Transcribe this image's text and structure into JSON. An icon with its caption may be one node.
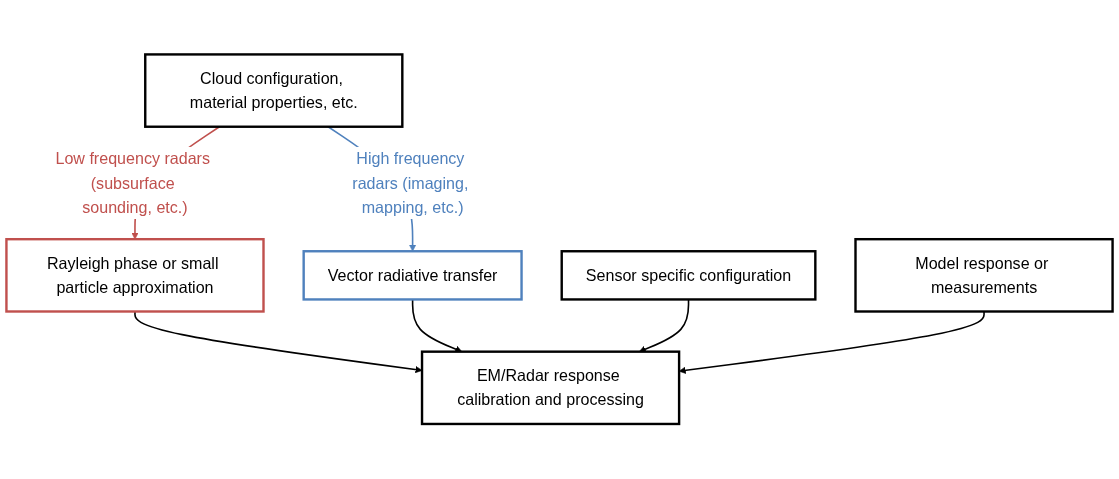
{
  "diagram": {
    "nodes": [
      {
        "text": [
          "Cloud configuration, material properties, etc."
        ]
      },
      {
        "text": [
          "Rayleigh phase or small particle approximation"
        ]
      },
      {
        "text": [
          "Vector radiative transfer"
        ]
      },
      {
        "text": [
          "Sensor specific configuration"
        ]
      },
      {
        "text": [
          "EM/Radar response calibration and processing"
        ]
      },
      {
        "text": [
          "Model response or measurements"
        ]
      }
    ],
    "edges": [
      {
        "from": 0,
        "to": 1,
        "arrow": "to",
        "label": "Low frequency radars (subsurface sounding, etc.)",
        "color": "#c0504d"
      },
      {
        "from": 0,
        "to": 2,
        "arrow": "to",
        "label": "High frequency radars (imaging, mapping, etc.)",
        "color": "#4f81bd"
      },
      {
        "from": 1,
        "to": 4,
        "arrow": "to"
      },
      {
        "from": 2,
        "to": 4,
        "arrow": "to"
      },
      {
        "from": 3,
        "to": 4,
        "arrow": "to"
      },
      {
        "from": 5,
        "to": 4,
        "arrow": "to"
      }
    ]
  }
}
